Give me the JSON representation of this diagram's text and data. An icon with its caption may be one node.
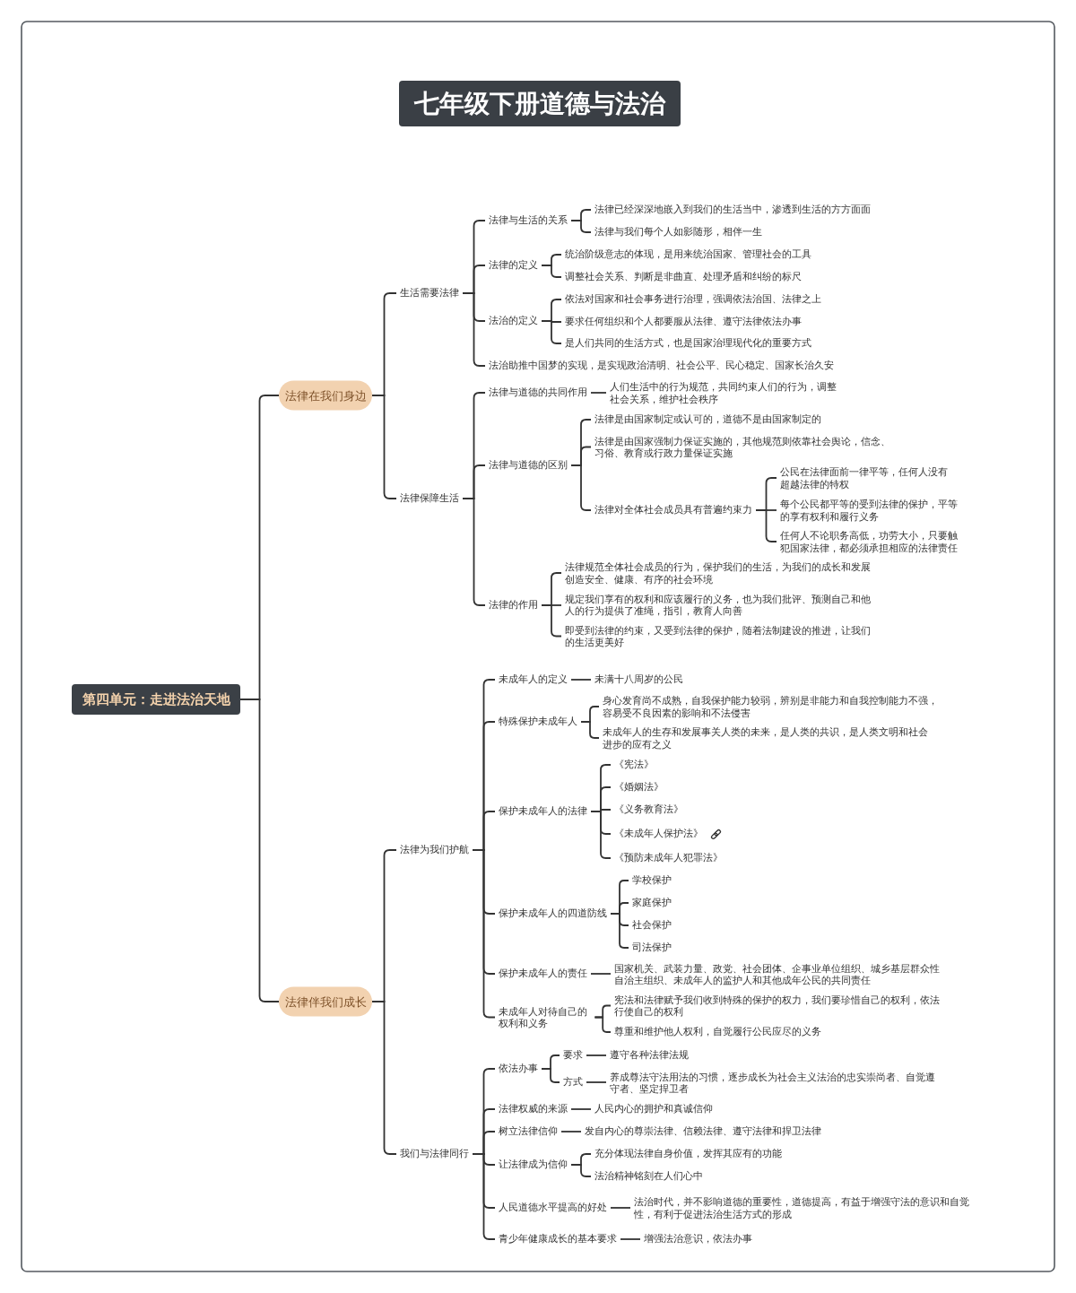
{
  "diagram": {
    "title": "七年级下册道德与法治",
    "nodes": [
      {
        "text": [
          "第四单元：走进法治天地"
        ]
      },
      {
        "text": [
          "法律在我们身边"
        ]
      },
      {
        "text": [
          "生活需要法律"
        ]
      },
      {
        "text": [
          "法律与生活的关系"
        ]
      },
      {
        "text": [
          "法律已经深深地嵌入到我们的生活当中，渗透到生活的方方面面"
        ]
      },
      {
        "text": [
          "法律与我们每个人如影随形，相伴一生"
        ]
      },
      {
        "text": [
          "法律的定义"
        ]
      },
      {
        "text": [
          "统治阶级意志的体现，是用来统治国家、管理社会的工具"
        ]
      },
      {
        "text": [
          "调整社会关系、判断是非曲直、处理矛盾和纠纷的标尺"
        ]
      },
      {
        "text": [
          "法治的定义"
        ]
      },
      {
        "text": [
          "依法对国家和社会事务进行治理，强调依法治国、法律之上"
        ]
      },
      {
        "text": [
          "要求任何组织和个人都要服从法律、遵守法律依法办事"
        ]
      },
      {
        "text": [
          "是人们共同的生活方式，也是国家治理现代化的重要方式"
        ]
      },
      {
        "text": [
          "法治助推中国梦的实现，是实现政治清明、社会公平、民心稳定、国家长治久安"
        ]
      },
      {
        "text": [
          "法律保障生活"
        ]
      },
      {
        "text": [
          "法律与道德的共同作用"
        ]
      },
      {
        "text": [
          "人们生活中的行为规范，共同约束人们的行为，调整社会关系，维护社会秩序"
        ]
      },
      {
        "text": [
          "法律与道德的区别"
        ]
      },
      {
        "text": [
          "法律是由国家制定或认可的，道德不是由国家制定的"
        ]
      },
      {
        "text": [
          "法律是由国家强制力保证实施的，其他规范则依靠社会舆论，信念、习俗、教育或行政力量保证实施"
        ]
      },
      {
        "text": [
          "法律对全体社会成员具有普遍约束力"
        ]
      },
      {
        "text": [
          "公民在法律面前一律平等，任何人没有超越法律的特权"
        ]
      },
      {
        "text": [
          "每个公民都平等的受到法律的保护，平等的享有权利和履行义务"
        ]
      },
      {
        "text": [
          "任何人不论职务高低，功劳大小，只要触犯国家法律，都必须承担相应的法律责任"
        ]
      },
      {
        "text": [
          "法律的作用"
        ]
      },
      {
        "text": [
          "法律规范全体社会成员的行为，保护我们的生活，为我们的成长和发展创造安全、健康、有序的社会环境"
        ]
      },
      {
        "text": [
          "规定我们享有的权利和应该履行的义务，也为我们批评、预测自己和他人的行为提供了准绳，指引，教育人向善"
        ]
      },
      {
        "text": [
          "即受到法律的约束，又受到法律的保护，随着法制建设的推进，让我们的生活更美好"
        ]
      },
      {
        "text": [
          "法律伴我们成长"
        ]
      },
      {
        "text": [
          "法律为我们护航"
        ]
      },
      {
        "text": [
          "未成年人的定义"
        ]
      },
      {
        "text": [
          "未满十八周岁的公民"
        ]
      },
      {
        "text": [
          "特殊保护未成年人"
        ]
      },
      {
        "text": [
          "身心发育尚不成熟，自我保护能力较弱，辨别是非能力和自我控制能力不强，容易受不良因素的影响和不法侵害"
        ]
      },
      {
        "text": [
          "未成年人的生存和发展事关人类的未来，是人类的共识，是人类文明和社会进步的应有之义"
        ]
      },
      {
        "text": [
          "保护未成年人的法律"
        ]
      },
      {
        "text": [
          "《宪法》"
        ]
      },
      {
        "text": [
          "《婚姻法》"
        ]
      },
      {
        "text": [
          "《义务教育法》"
        ]
      },
      {
        "text": [
          "《未成年人保护法》"
        ]
      },
      {
        "text": [
          "《预防未成年人犯罪法》"
        ]
      },
      {
        "text": [
          "保护未成年人的四道防线"
        ]
      },
      {
        "text": [
          "学校保护"
        ]
      },
      {
        "text": [
          "家庭保护"
        ]
      },
      {
        "text": [
          "社会保护"
        ]
      },
      {
        "text": [
          "司法保护"
        ]
      },
      {
        "text": [
          "保护未成年人的责任"
        ]
      },
      {
        "text": [
          "国家机关、武装力量、政党、社会团体、企事业单位组织、城乡基层群众性自治主组织、未成年人的监护人和其他成年公民的共同责任"
        ]
      },
      {
        "text": [
          "未成年人对待自己的权利和义务"
        ]
      },
      {
        "text": [
          "宪法和法律赋予我们收到特殊的保护的权力，我们要珍惜自己的权利，依法行使自己的权利"
        ]
      },
      {
        "text": [
          "尊重和维护他人权利，自觉履行公民应尽的义务"
        ]
      },
      {
        "text": [
          "我们与法律同行"
        ]
      },
      {
        "text": [
          "依法办事"
        ]
      },
      {
        "text": [
          "要求"
        ]
      },
      {
        "text": [
          "遵守各种法律法规"
        ]
      },
      {
        "text": [
          "方式"
        ]
      },
      {
        "text": [
          "养成尊法守法用法的习惯，逐步成长为社会主义法治的忠实崇尚者、自觉遵守者、坚定捍卫者"
        ]
      },
      {
        "text": [
          "法律权威的来源"
        ]
      },
      {
        "text": [
          "人民内心的拥护和真诚信仰"
        ]
      },
      {
        "text": [
          "树立法律信仰"
        ]
      },
      {
        "text": [
          "发自内心的尊崇法律、信赖法律、遵守法律和捍卫法律"
        ]
      },
      {
        "text": [
          "让法律成为信仰"
        ]
      },
      {
        "text": [
          "充分体现法律自身价值，发挥其应有的功能"
        ]
      },
      {
        "text": [
          "法治精神铭刻在人们心中"
        ]
      },
      {
        "text": [
          "人民道德水平提高的好处"
        ]
      },
      {
        "text": [
          "法治时代，并不影响道德的重要性，道德提高，有益于增强守法的意识和自觉性，有利于促进法治生活方式的形成"
        ]
      },
      {
        "text": [
          "青少年健康成长的基本要求"
        ]
      },
      {
        "text": [
          "增强法治意识，依法办事"
        ]
      }
    ],
    "edges": [
      {
        "from": 0,
        "to": 1,
        "arrow": "none"
      },
      {
        "from": 1,
        "to": 2,
        "arrow": "none"
      },
      {
        "from": 2,
        "to": 3,
        "arrow": "none"
      },
      {
        "from": 3,
        "to": 4,
        "arrow": "none"
      },
      {
        "from": 3,
        "to": 5,
        "arrow": "none"
      },
      {
        "from": 2,
        "to": 6,
        "arrow": "none"
      },
      {
        "from": 6,
        "to": 7,
        "arrow": "none"
      },
      {
        "from": 6,
        "to": 8,
        "arrow": "none"
      },
      {
        "from": 2,
        "to": 9,
        "arrow": "none"
      },
      {
        "from": 9,
        "to": 10,
        "arrow": "none"
      },
      {
        "from": 9,
        "to": 11,
        "arrow": "none"
      },
      {
        "from": 9,
        "to": 12,
        "arrow": "none"
      },
      {
        "from": 2,
        "to": 13,
        "arrow": "none"
      },
      {
        "from": 1,
        "to": 14,
        "arrow": "none"
      },
      {
        "from": 14,
        "to": 15,
        "arrow": "none"
      },
      {
        "from": 15,
        "to": 16,
        "arrow": "none"
      },
      {
        "from": 14,
        "to": 17,
        "arrow": "none"
      },
      {
        "from": 17,
        "to": 18,
        "arrow": "none"
      },
      {
        "from": 17,
        "to": 19,
        "arrow": "none"
      },
      {
        "from": 17,
        "to": 20,
        "arrow": "none"
      },
      {
        "from": 20,
        "to": 21,
        "arrow": "none"
      },
      {
        "from": 20,
        "to": 22,
        "arrow": "none"
      },
      {
        "from": 20,
        "to": 23,
        "arrow": "none"
      },
      {
        "from": 14,
        "to": 24,
        "arrow": "none"
      },
      {
        "from": 24,
        "to": 25,
        "arrow": "none"
      },
      {
        "from": 24,
        "to": 26,
        "arrow": "none"
      },
      {
        "from": 24,
        "to": 27,
        "arrow": "none"
      },
      {
        "from": 0,
        "to": 28,
        "arrow": "none"
      },
      {
        "from": 28,
        "to": 29,
        "arrow": "none"
      },
      {
        "from": 29,
        "to": 30,
        "arrow": "none"
      },
      {
        "from": 30,
        "to": 31,
        "arrow": "none"
      },
      {
        "from": 29,
        "to": 32,
        "arrow": "none"
      },
      {
        "from": 32,
        "to": 33,
        "arrow": "none"
      },
      {
        "from": 32,
        "to": 34,
        "arrow": "none"
      },
      {
        "from": 29,
        "to": 35,
        "arrow": "none"
      },
      {
        "from": 35,
        "to": 36,
        "arrow": "none"
      },
      {
        "from": 35,
        "to": 37,
        "arrow": "none"
      },
      {
        "from": 35,
        "to": 38,
        "arrow": "none"
      },
      {
        "from": 35,
        "to": 39,
        "arrow": "none"
      },
      {
        "from": 35,
        "to": 40,
        "arrow": "none"
      },
      {
        "from": 29,
        "to": 41,
        "arrow": "none"
      },
      {
        "from": 41,
        "to": 42,
        "arrow": "none"
      },
      {
        "from": 41,
        "to": 43,
        "arrow": "none"
      },
      {
        "from": 41,
        "to": 44,
        "arrow": "none"
      },
      {
        "from": 41,
        "to": 45,
        "arrow": "none"
      },
      {
        "from": 29,
        "to": 46,
        "arrow": "none"
      },
      {
        "from": 46,
        "to": 47,
        "arrow": "none"
      },
      {
        "from": 29,
        "to": 48,
        "arrow": "none"
      },
      {
        "from": 48,
        "to": 49,
        "arrow": "none"
      },
      {
        "from": 48,
        "to": 50,
        "arrow": "none"
      },
      {
        "from": 28,
        "to": 51,
        "arrow": "none"
      },
      {
        "from": 51,
        "to": 52,
        "arrow": "none"
      },
      {
        "from": 52,
        "to": 53,
        "arrow": "none"
      },
      {
        "from": 53,
        "to": 54,
        "arrow": "none"
      },
      {
        "from": 52,
        "to": 55,
        "arrow": "none"
      },
      {
        "from": 55,
        "to": 56,
        "arrow": "none"
      },
      {
        "from": 51,
        "to": 57,
        "arrow": "none"
      },
      {
        "from": 57,
        "to": 58,
        "arrow": "none"
      },
      {
        "from": 51,
        "to": 59,
        "arrow": "none"
      },
      {
        "from": 59,
        "to": 60,
        "arrow": "none"
      },
      {
        "from": 51,
        "to": 61,
        "arrow": "none"
      },
      {
        "from": 61,
        "to": 62,
        "arrow": "none"
      },
      {
        "from": 61,
        "to": 63,
        "arrow": "none"
      },
      {
        "from": 51,
        "to": 64,
        "arrow": "none"
      },
      {
        "from": 64,
        "to": 65,
        "arrow": "none"
      },
      {
        "from": 51,
        "to": 66,
        "arrow": "none"
      },
      {
        "from": 66,
        "to": 67,
        "arrow": "none"
      }
    ]
  }
}
